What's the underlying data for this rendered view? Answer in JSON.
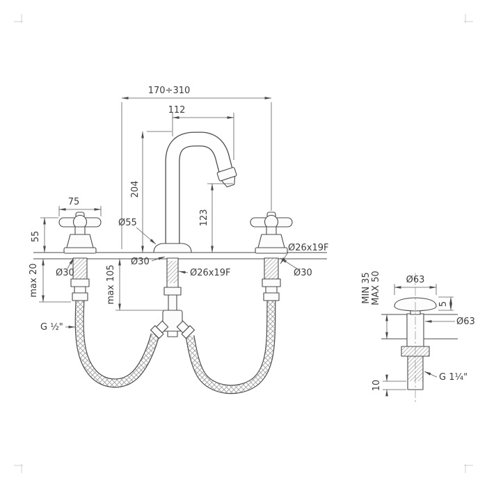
{
  "colors": {
    "line": "#4a4a4a",
    "dimension": "#5a5a5a",
    "text": "#3b3b3b",
    "background": "#ffffff"
  },
  "faucet": {
    "dims": {
      "spread": "170÷310",
      "reach": "112",
      "spout_height": "204",
      "outlet_height": "123",
      "base_diameter": "Ø55",
      "handle_width": "75",
      "handle_height": "55",
      "hole_left": "Ø30",
      "under_deck_handle": "max 20",
      "hole_spout": "Ø30",
      "under_deck_spout": "max 105",
      "thread_spout": "Ø26x19F",
      "thread_handle": "Ø26x19F",
      "hole_right": "Ø30",
      "hose_thread": "G ½\""
    }
  },
  "drain": {
    "dims": {
      "cap_diameter": "Ø63",
      "cap_height": "5",
      "deck_min": "MIN 35",
      "deck_max": "MAX 50",
      "body_diameter": "Ø63",
      "tail_end": "10",
      "tail_thread": "G 1¼\""
    }
  }
}
